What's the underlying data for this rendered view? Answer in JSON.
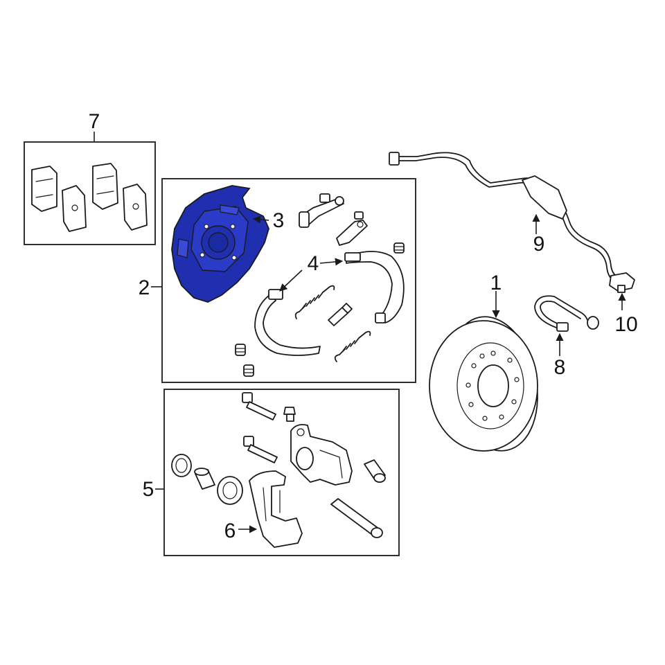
{
  "callouts": {
    "c1": "1",
    "c2": "2",
    "c3": "3",
    "c4": "4",
    "c5": "5",
    "c6": "6",
    "c7": "7",
    "c8": "8",
    "c9": "9",
    "c10": "10"
  },
  "colors": {
    "highlight": "#1f2fb0",
    "line": "#1a1a1a",
    "background": "#ffffff"
  },
  "highlighted_part": "3"
}
